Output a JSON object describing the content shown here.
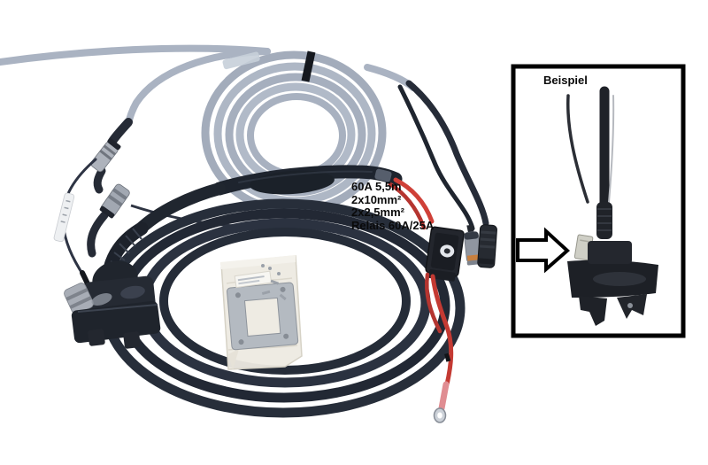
{
  "photo": {
    "specs_annotation": {
      "lines": [
        "60A 5,5m",
        "2x10mm²",
        "2x2,5mm²",
        "Relais 60A/25A"
      ]
    },
    "example_box": {
      "title": "Beispiel",
      "arrow_icon": "arrow-right-icon"
    },
    "items_depicted": {
      "gray_cable_coil": "coiled gray signal cable",
      "black_cable_coil": "coiled black power cable",
      "main_connector": "right-angle flange-mount connector",
      "relay_block": "inline relay/fuse holder on red wire",
      "round_connectors": "two round plug connectors",
      "ring_terminal": "red wire with ring terminal",
      "hardware_bag": "plastic bag with mounting bracket and screws"
    }
  },
  "colors": {
    "background": "#ffffff",
    "annotation_text": "#0a0a0a",
    "box_border": "#000000",
    "gray_cable": "#aab3c2",
    "black_cable": "#262c38",
    "red_cable": "#c43a33",
    "brass_ring": "#aa8838"
  }
}
